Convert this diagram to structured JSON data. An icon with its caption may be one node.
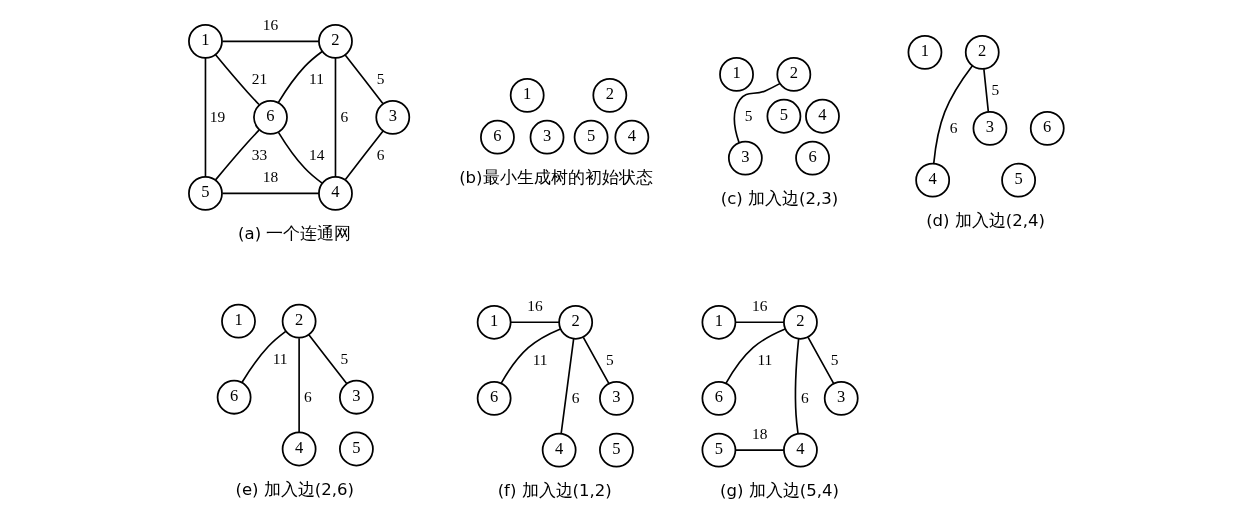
{
  "diagram": {
    "nodes": [
      {
        "text": [
          "1"
        ]
      },
      {
        "text": [
          "2"
        ]
      },
      {
        "text": [
          "6"
        ]
      },
      {
        "text": [
          "3"
        ]
      },
      {
        "text": [
          "5"
        ]
      },
      {
        "text": [
          "4"
        ]
      },
      {
        "text": [
          "1"
        ]
      },
      {
        "text": [
          "2"
        ]
      },
      {
        "text": [
          "6"
        ]
      },
      {
        "text": [
          "3"
        ]
      },
      {
        "text": [
          "5"
        ]
      },
      {
        "text": [
          "4"
        ]
      },
      {
        "text": [
          "1"
        ]
      },
      {
        "text": [
          "2"
        ]
      },
      {
        "text": [
          "6"
        ]
      },
      {
        "text": [
          "3"
        ]
      },
      {
        "text": [
          "5"
        ]
      },
      {
        "text": [
          "4"
        ]
      },
      {
        "text": [
          "1"
        ]
      },
      {
        "text": [
          "2"
        ]
      },
      {
        "text": [
          "6"
        ]
      },
      {
        "text": [
          "3"
        ]
      },
      {
        "text": [
          "5"
        ]
      },
      {
        "text": [
          "4"
        ]
      },
      {
        "text": [
          "1"
        ]
      },
      {
        "text": [
          "2"
        ]
      },
      {
        "text": [
          "6"
        ]
      },
      {
        "text": [
          "3"
        ]
      },
      {
        "text": [
          "5"
        ]
      },
      {
        "text": [
          "4"
        ]
      },
      {
        "text": [
          "1"
        ]
      },
      {
        "text": [
          "2"
        ]
      },
      {
        "text": [
          "6"
        ]
      },
      {
        "text": [
          "3"
        ]
      },
      {
        "text": [
          "5"
        ]
      },
      {
        "text": [
          "4"
        ]
      },
      {
        "text": [
          "1"
        ]
      },
      {
        "text": [
          "2"
        ]
      },
      {
        "text": [
          "6"
        ]
      },
      {
        "text": [
          "3"
        ]
      },
      {
        "text": [
          "5"
        ]
      },
      {
        "text": [
          "4"
        ]
      }
    ],
    "edges": [
      {
        "from": 0,
        "to": 1,
        "arrow": "none",
        "label": "16"
      },
      {
        "from": 0,
        "to": 4,
        "arrow": "none",
        "label": "19"
      },
      {
        "from": 0,
        "to": 2,
        "arrow": "none",
        "label": "21"
      },
      {
        "from": 1,
        "to": 2,
        "arrow": "none",
        "label": "11"
      },
      {
        "from": 1,
        "to": 5,
        "arrow": "none",
        "label": "6"
      },
      {
        "from": 1,
        "to": 3,
        "arrow": "none",
        "label": "5"
      },
      {
        "from": 2,
        "to": 4,
        "arrow": "none",
        "label": "33"
      },
      {
        "from": 2,
        "to": 5,
        "arrow": "none",
        "label": "14"
      },
      {
        "from": 3,
        "to": 5,
        "arrow": "none",
        "label": "6"
      },
      {
        "from": 4,
        "to": 5,
        "arrow": "none",
        "label": "18"
      },
      {
        "from": 13,
        "to": 15,
        "arrow": "none",
        "label": "5"
      },
      {
        "from": 19,
        "to": 23,
        "arrow": "none",
        "label": "6"
      },
      {
        "from": 19,
        "to": 21,
        "arrow": "none",
        "label": "5"
      },
      {
        "from": 25,
        "to": 26,
        "arrow": "none",
        "label": "11"
      },
      {
        "from": 25,
        "to": 29,
        "arrow": "none",
        "label": "6"
      },
      {
        "from": 25,
        "to": 27,
        "arrow": "none",
        "label": "5"
      },
      {
        "from": 30,
        "to": 31,
        "arrow": "none",
        "label": "16"
      },
      {
        "from": 31,
        "to": 32,
        "arrow": "none",
        "label": "11"
      },
      {
        "from": 31,
        "to": 35,
        "arrow": "none",
        "label": "6"
      },
      {
        "from": 31,
        "to": 33,
        "arrow": "none",
        "label": "5"
      },
      {
        "from": 36,
        "to": 37,
        "arrow": "none",
        "label": "16"
      },
      {
        "from": 37,
        "to": 38,
        "arrow": "none",
        "label": "11"
      },
      {
        "from": 37,
        "to": 41,
        "arrow": "none",
        "label": "6"
      },
      {
        "from": 37,
        "to": 39,
        "arrow": "none",
        "label": "5"
      },
      {
        "from": 40,
        "to": 41,
        "arrow": "none",
        "label": "18"
      }
    ],
    "labels": [
      "(a) 一个连通网",
      "(b)最小生成树的初始状态",
      "(c) 加入边(2,3)",
      "(d) 加入边(2,4)",
      "(e) 加入边(2,6)",
      "(f) 加入边(1,2)",
      "(g) 加入边(5,4)"
    ]
  }
}
